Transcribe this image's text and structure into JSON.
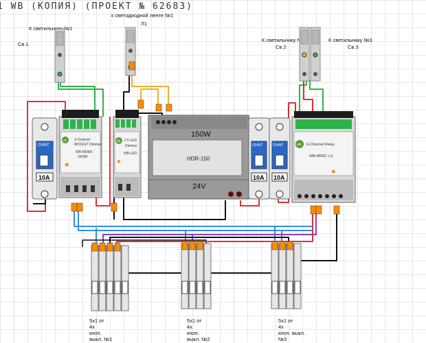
{
  "title": "1 WB (КОПИЯ) (ПРОЕКТ № 62683)",
  "lamps": [
    {
      "caption": "К светильнику №1",
      "sub": "Св.1"
    },
    {
      "caption": "к светодиодной ленте №1",
      "sub": "Л1"
    },
    {
      "caption": "К светильнику №2",
      "sub": "Св.2"
    },
    {
      "caption": "К светильнику №3",
      "sub": "Св.3"
    }
  ],
  "breakers": [
    {
      "brand": "CHNT",
      "rating": "10A"
    },
    {
      "brand": "CHNT",
      "rating": "10A"
    },
    {
      "brand": "CHNT",
      "rating": "10A"
    }
  ],
  "devices": {
    "dimmer": {
      "brand": "wb",
      "line1": "3-Channel",
      "line2": "MOSFET Dimmer",
      "model": "WB-MDM3",
      "power": "/300W"
    },
    "led": {
      "brand": "wb",
      "line1": "CV LED",
      "line2": "Dimmer",
      "model": "WB-LED"
    },
    "psu": {
      "power": "150W",
      "model": "HDR-150",
      "voltage": "24V"
    },
    "relay": {
      "brand": "wb",
      "line1": "6-Channel Relay",
      "model": "WB-MR6C v.2"
    }
  },
  "switch_blocks": [
    {
      "l1": "5x1 от",
      "l2": "4x",
      "l3": "кноп.",
      "l4": "выкл. №1"
    },
    {
      "l1": "5x1 от",
      "l2": "4x",
      "l3": "кноп.",
      "l4": "выкл. №2"
    },
    {
      "l1": "5x1 от",
      "l2": "4x",
      "l3": "кноп. выкл.",
      "l4": "№3"
    }
  ],
  "colors": {
    "wire_green": "#2db34a",
    "wire_red": "#e03030",
    "wire_blue": "#2f8fd8",
    "wire_purple": "#8a3fc8",
    "wire_black": "#111111",
    "wire_yellow": "#f0b020",
    "terminal_orange": "#ff8c00",
    "device_body": "#c8c8c8"
  }
}
